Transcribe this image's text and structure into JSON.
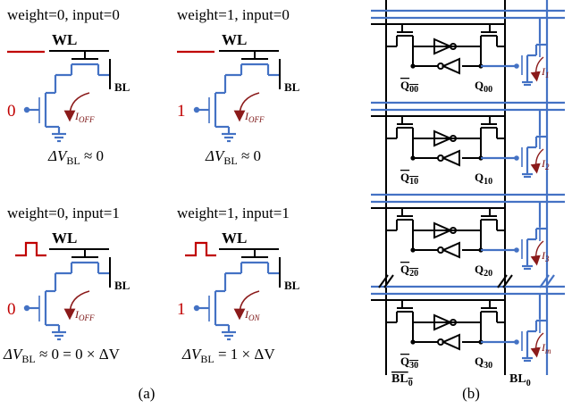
{
  "panel_a": {
    "caption": "(a)",
    "cells": [
      {
        "title": "weight=0, input=0",
        "input_value": "0",
        "wl_label": "WL",
        "bl_label": "BL",
        "current_main": "I",
        "current_sub": "OFF",
        "eq_delta": "ΔV",
        "eq_sub": "BL",
        "eq_rhs": " ≈ 0",
        "wl_signal": "low"
      },
      {
        "title": "weight=1, input=0",
        "input_value": "1",
        "wl_label": "WL",
        "bl_label": "BL",
        "current_main": "I",
        "current_sub": "OFF",
        "eq_delta": "ΔV",
        "eq_sub": "BL",
        "eq_rhs": " ≈ 0",
        "wl_signal": "low"
      },
      {
        "title": "weight=0, input=1",
        "input_value": "0",
        "wl_label": "WL",
        "bl_label": "BL",
        "current_main": "I",
        "current_sub": "OFF",
        "eq_delta": "ΔV",
        "eq_sub": "BL",
        "eq_rhs": " ≈ 0 = 0 × ΔV",
        "wl_signal": "pulse"
      },
      {
        "title": "weight=1, input=1",
        "input_value": "1",
        "wl_label": "WL",
        "bl_label": "BL",
        "current_main": "I",
        "current_sub": "ON",
        "eq_delta": "ΔV",
        "eq_sub": "BL",
        "eq_rhs": " = 1 × ΔV",
        "wl_signal": "pulse"
      }
    ]
  },
  "panel_b": {
    "caption": "(b)",
    "bl_bar_label": "BL",
    "bl_bar_sub": "0",
    "bl_label": "BL",
    "bl_sub": "0",
    "rows": [
      {
        "qbar": "Q",
        "qbar_sub": "00",
        "q": "Q",
        "q_sub": "00",
        "current": "I",
        "current_sub": "1"
      },
      {
        "qbar": "Q",
        "qbar_sub": "10",
        "q": "Q",
        "q_sub": "10",
        "current": "I",
        "current_sub": "2"
      },
      {
        "qbar": "Q",
        "qbar_sub": "20",
        "q": "Q",
        "q_sub": "20",
        "current": "I",
        "current_sub": "3"
      },
      {
        "qbar": "Q",
        "qbar_sub": "30",
        "q": "Q",
        "q_sub": "30",
        "current": "I",
        "current_sub": "m"
      }
    ]
  },
  "colors": {
    "wire_black": "#000000",
    "wire_blue": "#4472c4",
    "input_red": "#c00000",
    "current_arrow": "#8b1a1a"
  }
}
